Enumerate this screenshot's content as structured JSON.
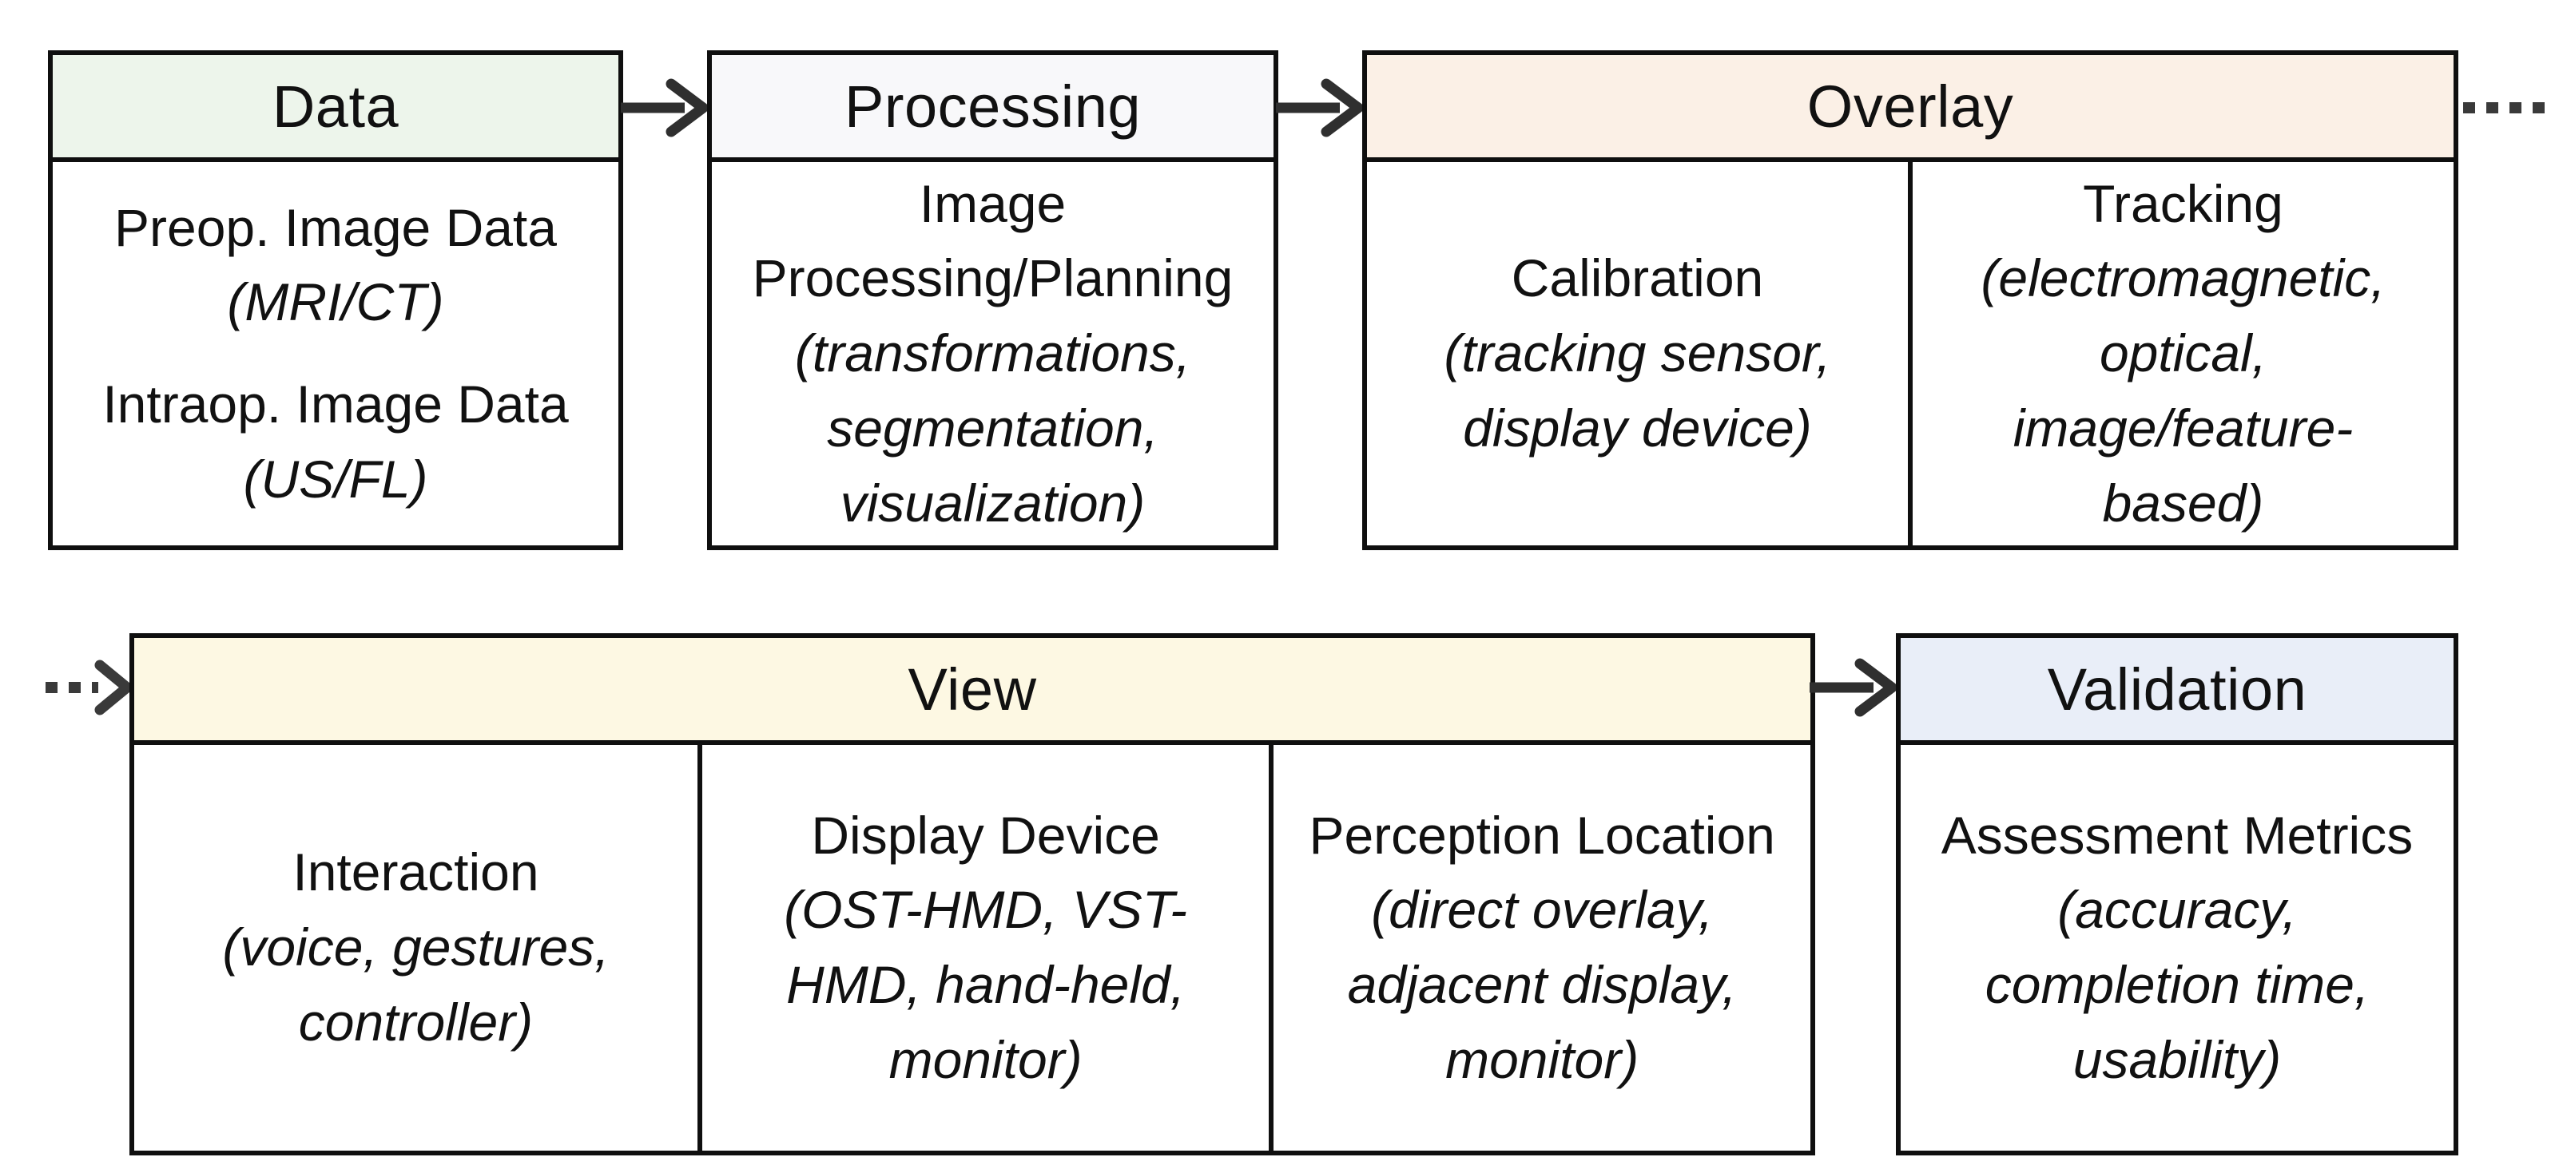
{
  "figure": {
    "boxes": {
      "data": {
        "title": "Data",
        "items": [
          {
            "name": "Preop. Image Data",
            "detail": "(MRI/CT)"
          },
          {
            "name": "Intraop. Image Data",
            "detail": "(US/FL)"
          }
        ]
      },
      "processing": {
        "title": "Processing",
        "cells": [
          {
            "name": "Image\nProcessing/Planning",
            "detail": "(transformations,\nsegmentation,\nvisualization)"
          }
        ]
      },
      "overlay": {
        "title": "Overlay",
        "cells": [
          {
            "name": "Calibration",
            "detail": "(tracking sensor,\ndisplay device)"
          },
          {
            "name": "Tracking",
            "detail": "(electromagnetic,\noptical,\nimage/feature-\nbased)"
          }
        ]
      },
      "view": {
        "title": "View",
        "cells": [
          {
            "name": "Interaction",
            "detail": "(voice, gestures,\ncontroller)"
          },
          {
            "name": "Display Device",
            "detail": "(OST-HMD, VST-\nHMD, hand-held,\nmonitor)"
          },
          {
            "name": "Perception Location",
            "detail": "(direct overlay,\nadjacent display,\nmonitor)"
          }
        ]
      },
      "validation": {
        "title": "Validation",
        "cells": [
          {
            "name": "Assessment Metrics",
            "detail": "(accuracy,\ncompletion time,\nusability)"
          }
        ]
      }
    },
    "colors": {
      "data_header": "#edf5eb",
      "processing_header": "#f8f8fa",
      "overlay_header": "#fbf0e6",
      "view_header": "#fdf8e3",
      "validation_header": "#e9eef8",
      "border": "#0f0f0f",
      "arrow": "#2f2f2f",
      "dotted_arrow": "#3a3a3a"
    }
  }
}
